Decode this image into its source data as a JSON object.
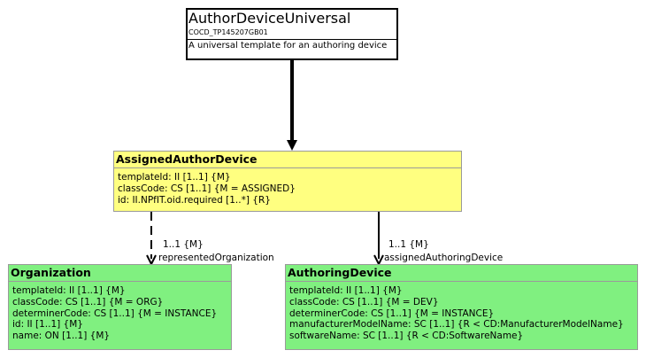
{
  "root": {
    "title": "AuthorDeviceUniversal",
    "code": "COCD_TP145207GB01",
    "description": "A universal template for an authoring device"
  },
  "assigned_author_device": {
    "name": "AssignedAuthorDevice",
    "attributes": [
      "templateId:  II [1..1] {M}",
      "classCode:  CS [1..1] {M = ASSIGNED}",
      "id:  II.NPfIT.oid.required [1..*] {R}"
    ]
  },
  "organization": {
    "name": "Organization",
    "attributes": [
      "templateId:  II [1..1] {M}",
      "classCode:  CS [1..1] {M = ORG}",
      "determinerCode:  CS [1..1] {M = INSTANCE}",
      "id:  II [1..1] {M}",
      "name:  ON [1..1] {M}"
    ]
  },
  "authoring_device": {
    "name": "AuthoringDevice",
    "attributes": [
      "templateId:  II [1..1] {M}",
      "classCode:  CS [1..1] {M = DEV}",
      "determinerCode:  CS [1..1] {M = INSTANCE}",
      "manufacturerModelName:  SC [1..1] {R < CD:ManufacturerModelName}",
      "softwareName:  SC [1..1] {R < CD:SoftwareName}"
    ]
  },
  "edges": {
    "represented": {
      "multiplicity": "1..1 {M}",
      "role": "representedOrganization"
    },
    "assigned": {
      "multiplicity": "1..1 {M}",
      "role": "assignedAuthoringDevice"
    }
  },
  "colors": {
    "yellow": "#ffff80",
    "green": "#80f080",
    "border": "#9a9a9a"
  }
}
